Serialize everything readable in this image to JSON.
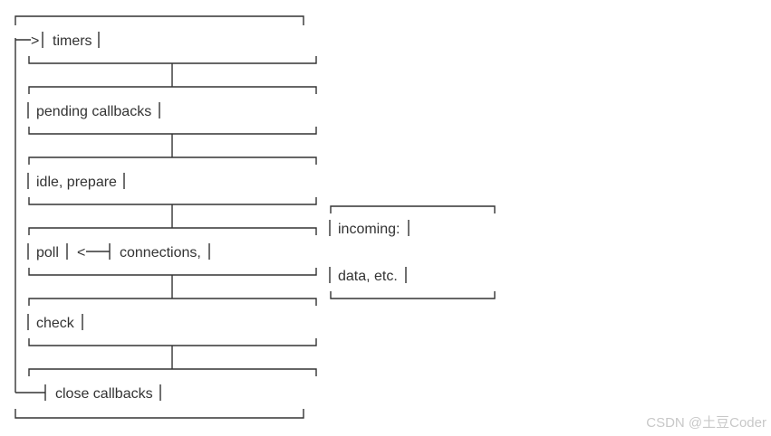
{
  "phases": {
    "timers": "timers",
    "pending_callbacks": "pending callbacks",
    "idle_prepare": "idle, prepare",
    "poll": "poll",
    "check": "check",
    "close_callbacks": "close callbacks"
  },
  "incoming": {
    "line1": "incoming:",
    "connections": "connections,",
    "line3": "data, etc."
  },
  "arrows": {
    "loop_arrow": ">",
    "poll_arrow": "<"
  },
  "watermark": "CSDN @土豆Coder",
  "colors": {
    "line": "#333333",
    "text": "#333333",
    "watermark": "#c8c8c8",
    "background": "#ffffff"
  }
}
